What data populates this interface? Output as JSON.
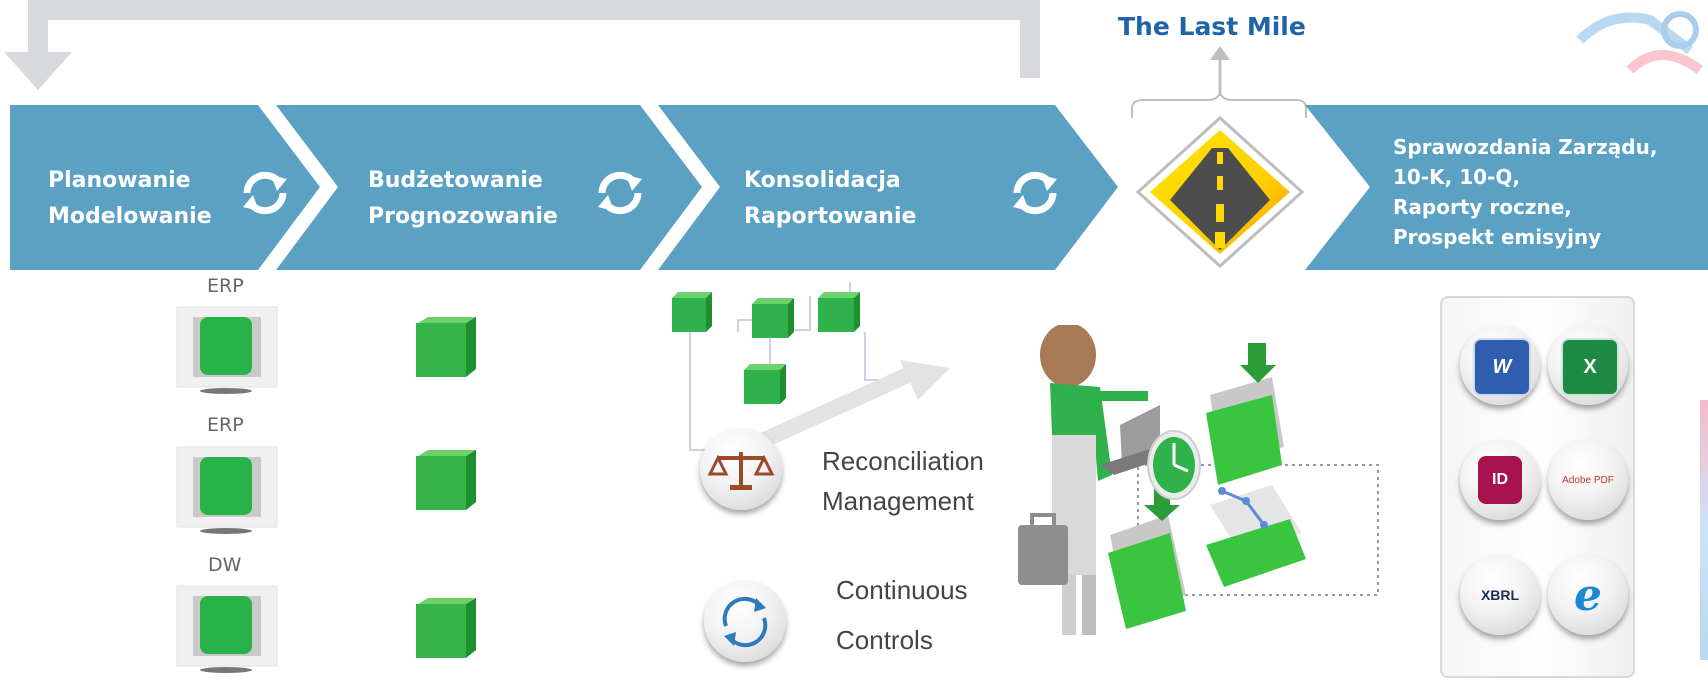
{
  "header": {
    "last_mile": "The Last Mile"
  },
  "chevrons": [
    {
      "line1": "Planowanie",
      "line2": "Modelowanie"
    },
    {
      "line1": "Budżetowanie",
      "line2": "Prognozowanie"
    },
    {
      "line1": "Konsolidacja",
      "line2": "Raportowanie"
    }
  ],
  "reports": {
    "lines": [
      "Sprawozdania Zarządu,",
      "10-K, 10-Q,",
      "Raporty roczne,",
      "Prospekt emisyjny"
    ]
  },
  "sources": [
    "ERP",
    "ERP",
    "DW"
  ],
  "reconciliation": {
    "line1": "Reconciliation",
    "line2": "Management"
  },
  "controls": {
    "line1": "Continuous",
    "line2": "Controls"
  },
  "output_formats": [
    "W",
    "X",
    "ID",
    "Adobe PDF",
    "XBRL",
    "e"
  ],
  "colors": {
    "chevron": "#5ba1c4",
    "title": "#1f64a8",
    "green": "#2fb24c"
  }
}
